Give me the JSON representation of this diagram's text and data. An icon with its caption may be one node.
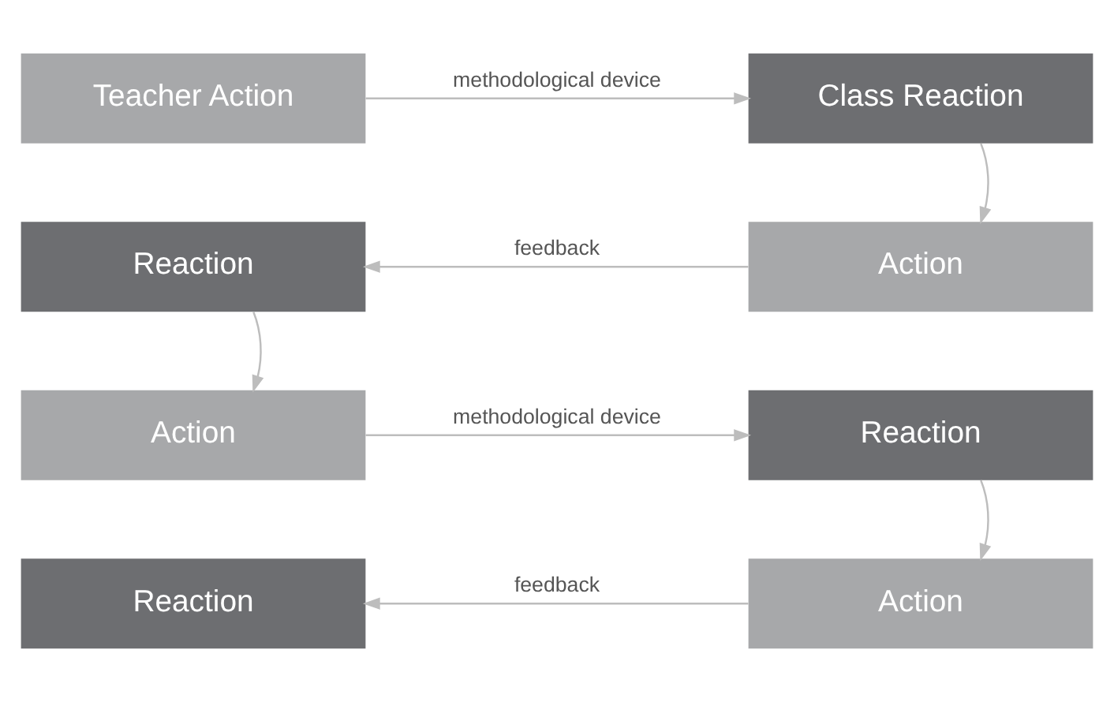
{
  "diagram": {
    "nodes": [
      {
        "text": [
          "Teacher Action"
        ]
      },
      {
        "text": [
          "Class Reaction"
        ]
      },
      {
        "text": [
          "Action"
        ]
      },
      {
        "text": [
          "Reaction"
        ]
      },
      {
        "text": [
          "Action"
        ]
      },
      {
        "text": [
          "Reaction"
        ]
      },
      {
        "text": [
          "Action"
        ]
      },
      {
        "text": [
          "Reaction"
        ]
      }
    ],
    "edges": [
      {
        "from": 0,
        "to": 1,
        "arrow": "to",
        "label": "methodological device"
      },
      {
        "from": 1,
        "to": 2,
        "arrow": "to"
      },
      {
        "from": 2,
        "to": 3,
        "arrow": "to",
        "label": "feedback"
      },
      {
        "from": 3,
        "to": 4,
        "arrow": "to"
      },
      {
        "from": 4,
        "to": 5,
        "arrow": "to",
        "label": "methodological device"
      },
      {
        "from": 5,
        "to": 6,
        "arrow": "to"
      },
      {
        "from": 6,
        "to": 7,
        "arrow": "to",
        "label": "feedback"
      }
    ]
  }
}
